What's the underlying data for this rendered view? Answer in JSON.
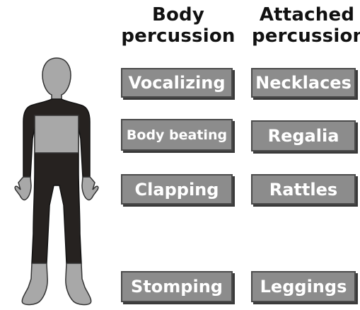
{
  "headers": {
    "body": [
      "Body",
      "percussion"
    ],
    "attached": [
      "Attached",
      "percussion"
    ]
  },
  "body_percussion": {
    "vocalizing": "Vocalizing",
    "body_beating": "Body beating",
    "clapping": "Clapping",
    "stomping": "Stomping"
  },
  "attached_percussion": {
    "necklaces": "Necklaces",
    "regalia": "Regalia",
    "rattles": "Rattles",
    "leggings": "Leggings"
  },
  "colors": {
    "figure_dark": "#262220",
    "figure_gray": "#a8a8a8",
    "box_fill": "#8c8c8c",
    "box_text": "#ffffff",
    "header_text": "#111111"
  }
}
